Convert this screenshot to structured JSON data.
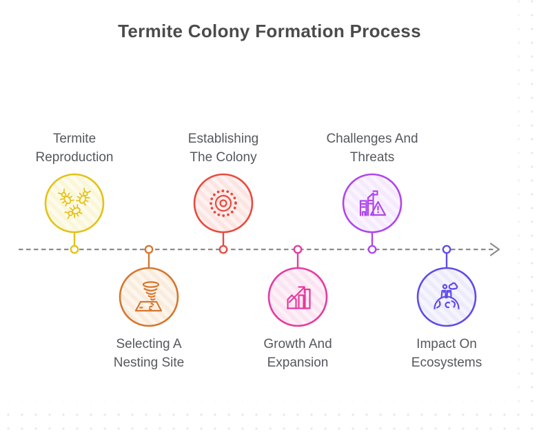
{
  "title": "Termite Colony Formation Process",
  "timeline": {
    "color": "#8c8c8c",
    "direction": "left-to-right",
    "style": "dashed-arrow"
  },
  "nodes": [
    {
      "label": "Termite Reproduction",
      "label_lines": [
        "Termite",
        "Reproduction"
      ],
      "position": "above",
      "icon": "termites-icon",
      "colors": {
        "stroke": "#e3c217",
        "fill": "#fbf6d8"
      }
    },
    {
      "label": "Selecting A Nesting Site",
      "label_lines": [
        "Selecting A",
        "Nesting Site"
      ],
      "position": "below",
      "icon": "tornado-site-icon",
      "colors": {
        "stroke": "#d4772f",
        "fill": "#faecdc"
      }
    },
    {
      "label": "Establishing The Colony",
      "label_lines": [
        "Establishing",
        "The Colony"
      ],
      "position": "above",
      "icon": "colony-rings-icon",
      "colors": {
        "stroke": "#e94a3f",
        "fill": "#fbe4e1"
      }
    },
    {
      "label": "Growth And Expansion",
      "label_lines": [
        "Growth And",
        "Expansion"
      ],
      "position": "below",
      "icon": "growth-chart-icon",
      "colors": {
        "stroke": "#e43a9f",
        "fill": "#fbe3f1"
      }
    },
    {
      "label": "Challenges And Threats",
      "label_lines": [
        "Challenges And",
        "Threats"
      ],
      "position": "above",
      "icon": "buildings-warning-icon",
      "colors": {
        "stroke": "#ae45ee",
        "fill": "#f5e9fd"
      }
    },
    {
      "label": "Impact On Ecosystems",
      "label_lines": [
        "Impact On",
        "Ecosystems"
      ],
      "position": "below",
      "icon": "factory-globe-icon",
      "colors": {
        "stroke": "#5e4bea",
        "fill": "#ecebfb"
      }
    }
  ]
}
